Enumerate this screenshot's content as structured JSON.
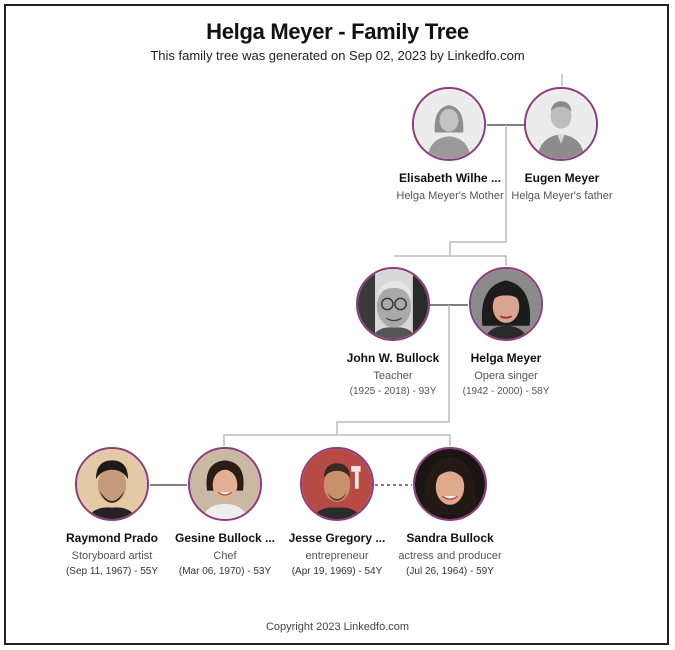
{
  "header": {
    "title": "Helga Meyer - Family Tree",
    "subtitle": "This family tree was generated on Sep 02, 2023 by Linkedfo.com"
  },
  "footer": {
    "copyright": "Copyright 2023 Linkedfo.com"
  },
  "colors": {
    "avatar_border": "#8e3a80",
    "line": "#bbbbbb",
    "spouse_line": "#555555"
  },
  "parents": [
    {
      "name": "Elisabeth Wilhe ...",
      "role": "Helga Meyer's Mother",
      "avatar": "female-placeholder-icon"
    },
    {
      "name": "Eugen Meyer",
      "role": "Helga Meyer's father",
      "avatar": "male-placeholder-icon"
    }
  ],
  "couple": [
    {
      "name": "John W. Bullock",
      "role": "Teacher",
      "dates": "(1925 - 2018) - 93Y",
      "avatar": "photo"
    },
    {
      "name": "Helga Meyer",
      "role": "Opera singer",
      "dates": "(1942 - 2000) - 58Y",
      "avatar": "photo"
    }
  ],
  "children": [
    {
      "name": "Raymond Prado",
      "role": "Storyboard artist",
      "dates": "(Sep 11, 1967) - 55Y",
      "avatar": "photo"
    },
    {
      "name": "Gesine Bullock ...",
      "role": "Chef",
      "dates": "(Mar 06, 1970) - 53Y",
      "avatar": "photo"
    },
    {
      "name": "Jesse Gregory ...",
      "role": "entrepreneur",
      "dates": "(Apr 19, 1969) - 54Y",
      "avatar": "photo"
    },
    {
      "name": "Sandra Bullock",
      "role": "actress and producer",
      "dates": "(Jul 26, 1964) - 59Y",
      "avatar": "photo"
    }
  ]
}
